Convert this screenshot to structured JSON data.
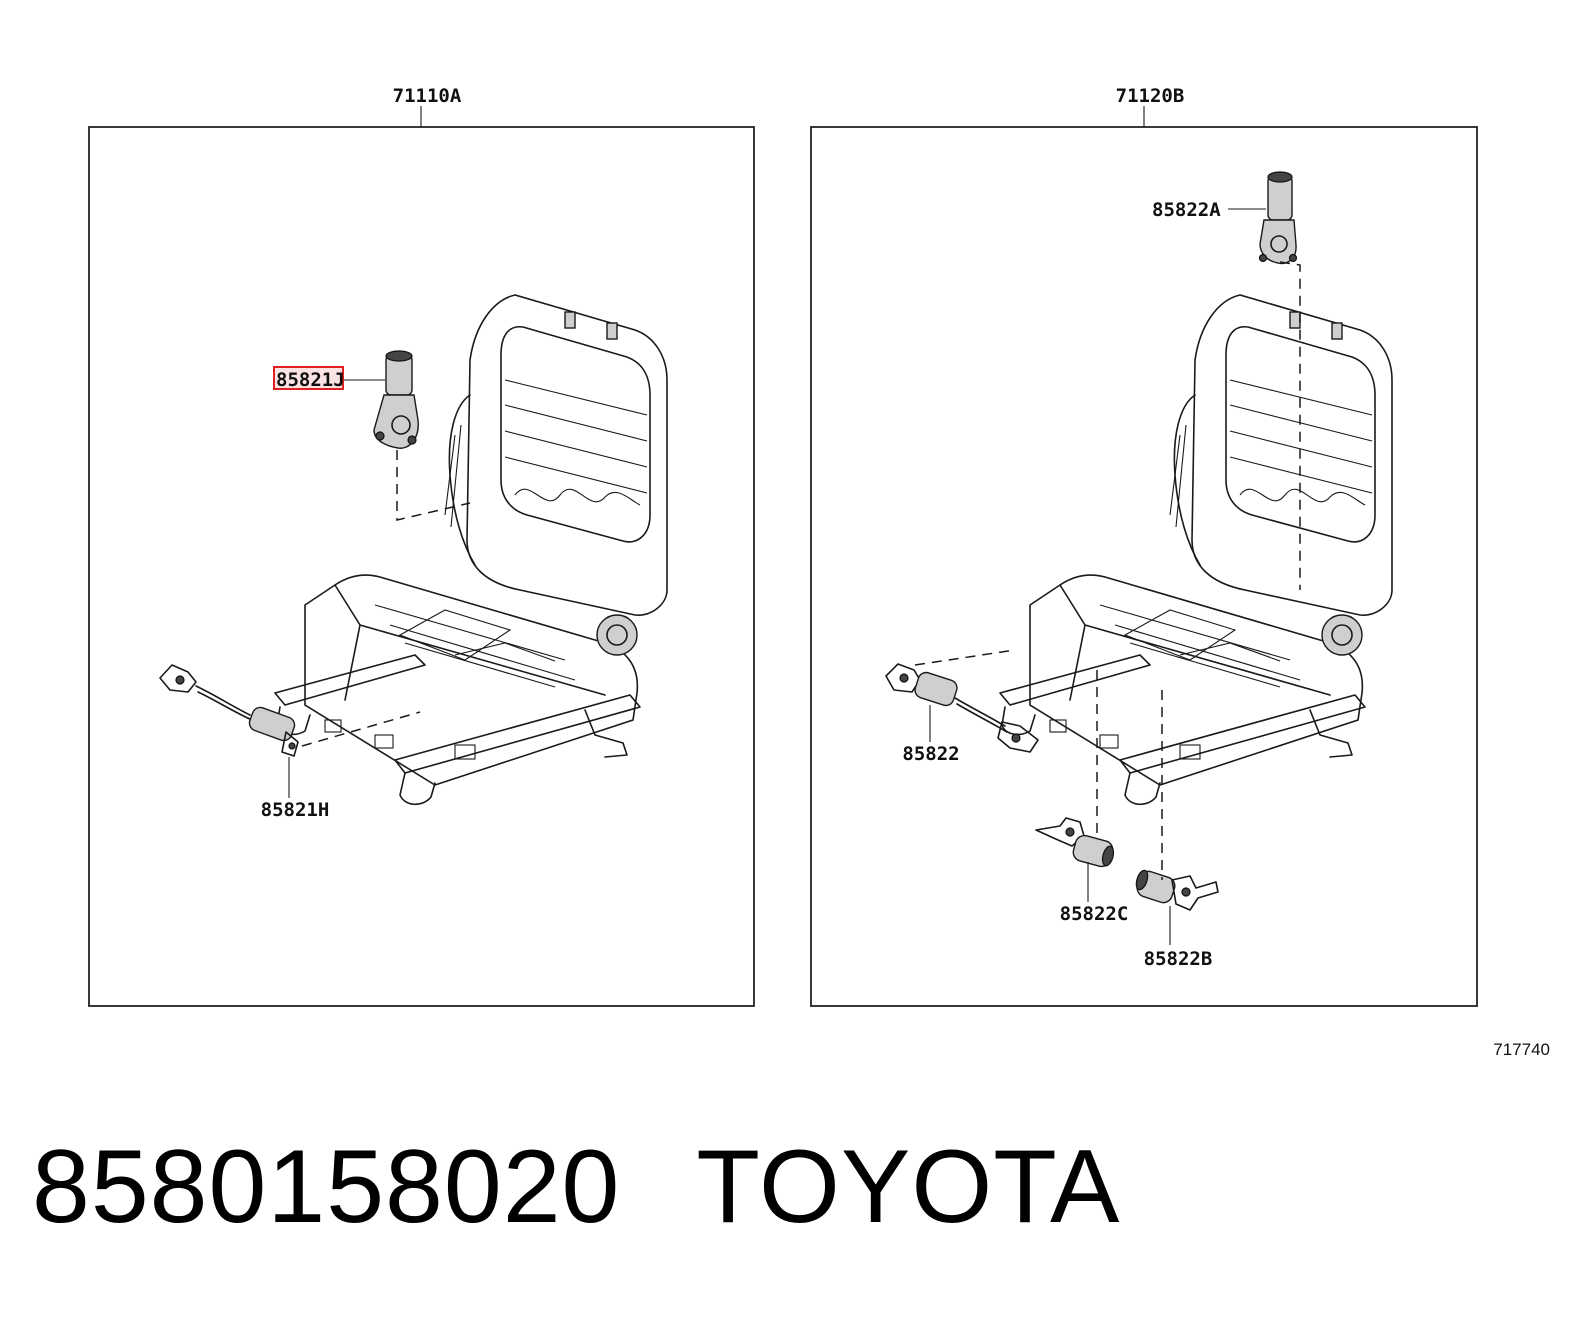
{
  "panels": [
    {
      "title": "71110A",
      "parts": [
        {
          "label": "85821J",
          "highlighted": true
        },
        {
          "label": "85821H",
          "highlighted": false
        }
      ]
    },
    {
      "title": "71120B",
      "parts": [
        {
          "label": "85822A",
          "highlighted": false
        },
        {
          "label": "85822",
          "highlighted": false
        },
        {
          "label": "85822C",
          "highlighted": false
        },
        {
          "label": "85822B",
          "highlighted": false
        }
      ]
    }
  ],
  "reference_number": "717740",
  "caption": {
    "part_number": "8580158020",
    "brand": "TOYOTA"
  },
  "colors": {
    "highlight_box": "#e02020",
    "line": "#1a1a1a"
  }
}
